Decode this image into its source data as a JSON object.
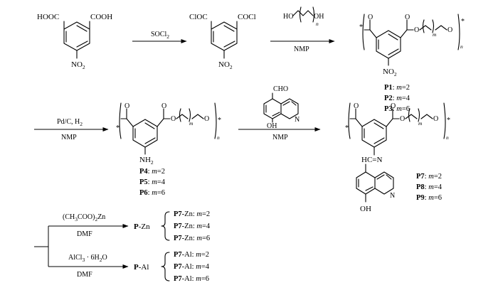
{
  "compounds": {
    "acid": {
      "g1": "HOOC",
      "g2": "COOH",
      "nitro": [
        "NO",
        "2"
      ]
    },
    "chloride": {
      "g1": "ClOC",
      "g2": "COCl",
      "nitro": [
        "NO",
        "2"
      ]
    },
    "diol": {
      "oh1": "HO",
      "oh2": "OH",
      "n": "n"
    },
    "aldehyde": {
      "cho": "CHO",
      "oh": "OH",
      "n": "N"
    },
    "chain": {
      "o": "O",
      "m": "m",
      "n": "n",
      "star": "*",
      "nitro": [
        "NO",
        "2"
      ],
      "amine": [
        "NH",
        "2"
      ],
      "imine": "HC=N",
      "oh": "OH",
      "qn": "N"
    }
  },
  "reagents": {
    "r1": [
      "SOCl",
      "2"
    ],
    "r2": "NMP",
    "r3a": "Pd/C, H",
    "r3b": "2",
    "r3c": "NMP",
    "r4": "NMP",
    "zn_a": "(CH",
    "zn_b": "3",
    "zn_c": "COO)",
    "zn_d": "2",
    "zn_e": "Zn",
    "zn_f": "DMF",
    "al_a": "AlCl",
    "al_b": "3",
    "al_c": " · 6H",
    "al_d": "2",
    "al_e": "O",
    "al_f": "DMF"
  },
  "labels": {
    "p1": [
      "P1",
      ": ",
      "m",
      "=2"
    ],
    "p2": [
      "P2",
      ": ",
      "m",
      "=4"
    ],
    "p3": [
      "P3",
      ": ",
      "m",
      "=6"
    ],
    "p4": [
      "P4",
      ": ",
      "m",
      "=2"
    ],
    "p5": [
      "P5",
      ": ",
      "m",
      "=4"
    ],
    "p6": [
      "P6",
      ": ",
      "m",
      "=6"
    ],
    "p7": [
      "P7",
      ": ",
      "m",
      "=2"
    ],
    "p8": [
      "P8",
      ": ",
      "m",
      "=4"
    ],
    "p9": [
      "P9",
      ": ",
      "m",
      "=6"
    ],
    "pzn": [
      "P",
      "-Zn"
    ],
    "pal": [
      "P",
      "-Al"
    ],
    "zn1": [
      "P7",
      "-Zn: ",
      "m",
      "=2"
    ],
    "zn2": [
      "P7",
      "-Zn: ",
      "m",
      "=4"
    ],
    "zn3": [
      "P7",
      "-Zn: ",
      "m",
      "=6"
    ],
    "al1": [
      "P7",
      "-Al: ",
      "m",
      "=2"
    ],
    "al2": [
      "P7",
      "-Al: ",
      "m",
      "=4"
    ],
    "al3": [
      "P7",
      "-Al: ",
      "m",
      "=6"
    ]
  }
}
